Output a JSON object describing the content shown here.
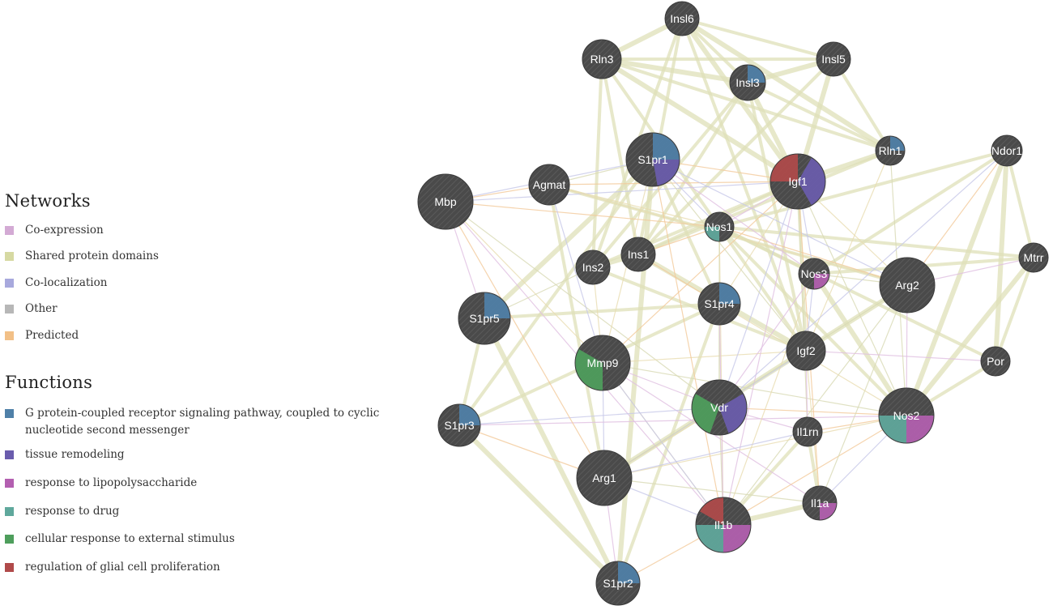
{
  "legend": {
    "networks_title": "Networks",
    "networks": [
      {
        "label": "Co-expression",
        "color": "#d3aad4"
      },
      {
        "label": "Shared protein domains",
        "color": "#d6d9a2"
      },
      {
        "label": "Co-localization",
        "color": "#a8a9dd"
      },
      {
        "label": "Other",
        "color": "#b7b7b7"
      },
      {
        "label": "Predicted",
        "color": "#f2c087"
      }
    ],
    "functions_title": "Functions",
    "functions": [
      {
        "label": "G protein-coupled receptor signaling pathway, coupled to cyclic nucleotide second messenger",
        "color": "#4f80a8"
      },
      {
        "label": "tissue remodeling",
        "color": "#6a5cad"
      },
      {
        "label": "response to lipopolysaccharide",
        "color": "#b35fb0"
      },
      {
        "label": "response to drug",
        "color": "#5fa89c"
      },
      {
        "label": "cellular response to external stimulus",
        "color": "#4e9e5c"
      },
      {
        "label": "regulation of glial cell proliferation",
        "color": "#b04a4a"
      }
    ]
  },
  "nodes": [
    {
      "id": "Insl6",
      "label": "Insl6",
      "functions": []
    },
    {
      "id": "Rln3",
      "label": "Rln3",
      "functions": []
    },
    {
      "id": "Insl5",
      "label": "Insl5",
      "functions": []
    },
    {
      "id": "Insl3",
      "label": "Insl3",
      "functions": [
        "gpcr"
      ]
    },
    {
      "id": "S1pr1",
      "label": "S1pr1",
      "functions": [
        "gpcr",
        "tissue"
      ]
    },
    {
      "id": "Igf1",
      "label": "Igf1",
      "functions": [
        "glial",
        "tissue"
      ]
    },
    {
      "id": "Rln1",
      "label": "Rln1",
      "functions": [
        "gpcr"
      ]
    },
    {
      "id": "Ndor1",
      "label": "Ndor1",
      "functions": []
    },
    {
      "id": "Mbp",
      "label": "Mbp",
      "functions": []
    },
    {
      "id": "Agmat",
      "label": "Agmat",
      "functions": []
    },
    {
      "id": "Nos1",
      "label": "Nos1",
      "functions": [
        "drug"
      ]
    },
    {
      "id": "Mtrr",
      "label": "Mtrr",
      "functions": []
    },
    {
      "id": "Ins1",
      "label": "Ins1",
      "functions": []
    },
    {
      "id": "Ins2",
      "label": "Ins2",
      "functions": []
    },
    {
      "id": "Nos3",
      "label": "Nos3",
      "functions": [
        "lps"
      ]
    },
    {
      "id": "Arg2",
      "label": "Arg2",
      "functions": []
    },
    {
      "id": "S1pr5",
      "label": "S1pr5",
      "functions": [
        "gpcr"
      ]
    },
    {
      "id": "S1pr4",
      "label": "S1pr4",
      "functions": [
        "gpcr"
      ]
    },
    {
      "id": "Mmp9",
      "label": "Mmp9",
      "functions": [
        "cellular"
      ]
    },
    {
      "id": "Igf2",
      "label": "Igf2",
      "functions": []
    },
    {
      "id": "Por",
      "label": "Por",
      "functions": []
    },
    {
      "id": "Vdr",
      "label": "Vdr",
      "functions": [
        "cellular",
        "tissue"
      ]
    },
    {
      "id": "S1pr3",
      "label": "S1pr3",
      "functions": [
        "gpcr"
      ]
    },
    {
      "id": "Il1rn",
      "label": "Il1rn",
      "functions": []
    },
    {
      "id": "Nos2",
      "label": "Nos2",
      "functions": [
        "drug",
        "lps"
      ]
    },
    {
      "id": "Arg1",
      "label": "Arg1",
      "functions": []
    },
    {
      "id": "Il1a",
      "label": "Il1a",
      "functions": [
        "lps"
      ]
    },
    {
      "id": "Il1b",
      "label": "Il1b",
      "functions": [
        "glial",
        "lps",
        "drug"
      ]
    },
    {
      "id": "S1pr2",
      "label": "S1pr2",
      "functions": [
        "gpcr"
      ]
    }
  ]
}
